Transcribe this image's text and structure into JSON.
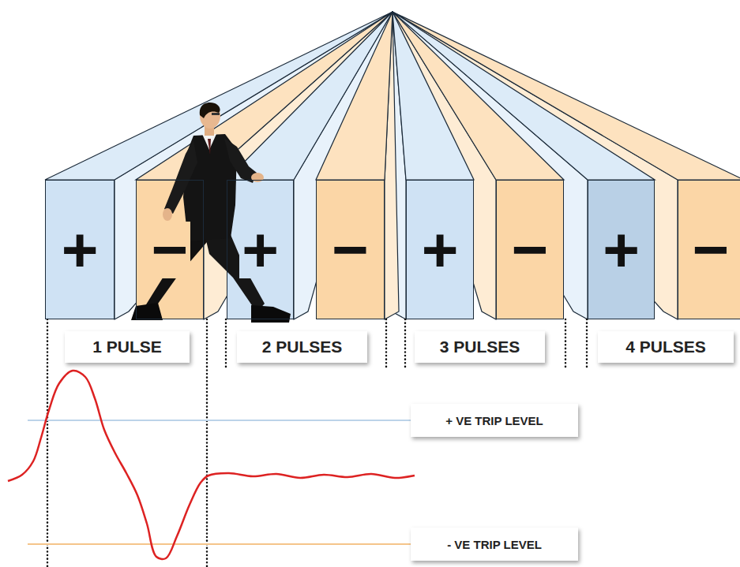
{
  "diagram": {
    "nodes": [
      {
        "text": [
          "+"
        ]
      },
      {
        "text": [
          "−"
        ]
      },
      {
        "text": [
          "+"
        ]
      },
      {
        "text": [
          "−"
        ]
      },
      {
        "text": [
          "+"
        ]
      },
      {
        "text": [
          "−"
        ]
      },
      {
        "text": [
          "+"
        ]
      },
      {
        "text": [
          "−"
        ]
      },
      {
        "text": [
          "1 PULSE"
        ]
      },
      {
        "text": [
          "2 PULSES"
        ]
      },
      {
        "text": [
          "3 PULSES"
        ]
      },
      {
        "text": [
          "4 PULSES"
        ]
      },
      {
        "text": [
          "+ VE TRIP LEVEL"
        ]
      },
      {
        "text": [
          "- VE TRIP LEVEL"
        ]
      }
    ]
  }
}
